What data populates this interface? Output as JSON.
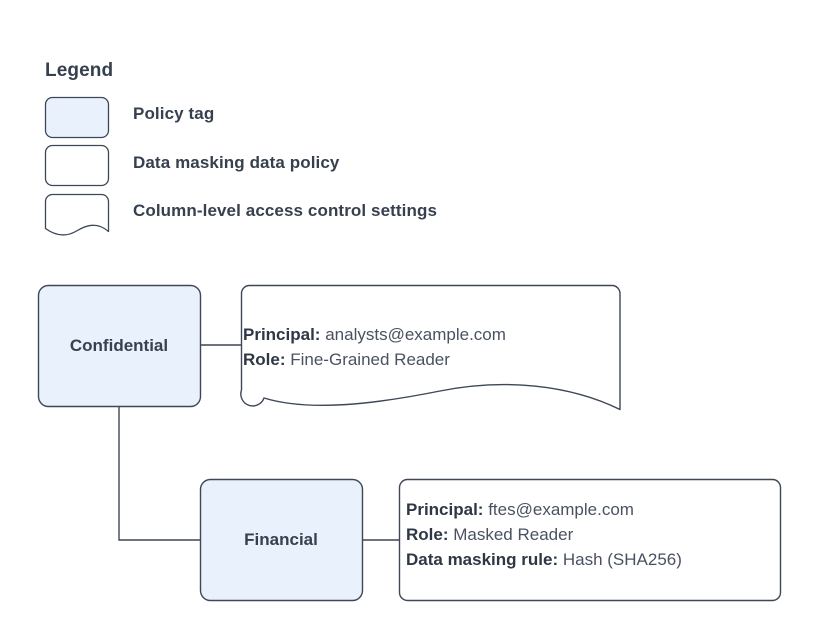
{
  "legend": {
    "title": "Legend",
    "items": [
      {
        "label": "Policy tag",
        "swatch": "policy-tag-swatch",
        "shape": "rounded-rect",
        "fill": "#E9F1FD",
        "stroke": "#3d4756"
      },
      {
        "label": "Data masking data policy",
        "swatch": "data-masking-policy-swatch",
        "shape": "rounded-rect",
        "fill": "#ffffff",
        "stroke": "#3d4756"
      },
      {
        "label": "Column-level access control settings",
        "swatch": "column-access-settings-swatch",
        "shape": "wavy-bottom-note",
        "fill": "#ffffff",
        "stroke": "#3d4756"
      }
    ]
  },
  "diagram": {
    "nodes": [
      {
        "id": "confidential",
        "label": "Confidential",
        "shape": "rounded-rect",
        "fill": "#E9F1FD",
        "stroke": "#3d4756"
      },
      {
        "id": "financial",
        "label": "Financial",
        "shape": "rounded-rect",
        "fill": "#E9F1FD",
        "stroke": "#3d4756"
      }
    ],
    "notes": [
      {
        "id": "confidential-access-note",
        "shape": "wavy-bottom-note",
        "fill": "#ffffff",
        "stroke": "#3d4756",
        "rows": [
          {
            "key": "Principal:",
            "value": "analysts@example.com"
          },
          {
            "key": "Role:",
            "value": "Fine-Grained Reader"
          }
        ]
      },
      {
        "id": "financial-masking-note",
        "shape": "rounded-rect",
        "fill": "#ffffff",
        "stroke": "#3d4756",
        "rows": [
          {
            "key": "Principal:",
            "value": "ftes@example.com"
          },
          {
            "key": "Role:",
            "value": "Masked Reader"
          },
          {
            "key": "Data masking rule:",
            "value": "Hash (SHA256)"
          }
        ]
      }
    ],
    "edges": [
      {
        "id": "confidential-to-note",
        "from": "confidential",
        "to": "confidential-access-note"
      },
      {
        "id": "confidential-to-financial",
        "from": "confidential",
        "to": "financial"
      },
      {
        "id": "financial-to-note",
        "from": "financial",
        "to": "financial-masking-note"
      }
    ]
  },
  "colors": {
    "node_fill": "#E9F1FD",
    "node_stroke": "#3d4756",
    "note_fill": "#ffffff",
    "note_stroke": "#3d4756",
    "edge_stroke": "#3d4756",
    "text": "#37404e",
    "background": "#ffffff"
  }
}
